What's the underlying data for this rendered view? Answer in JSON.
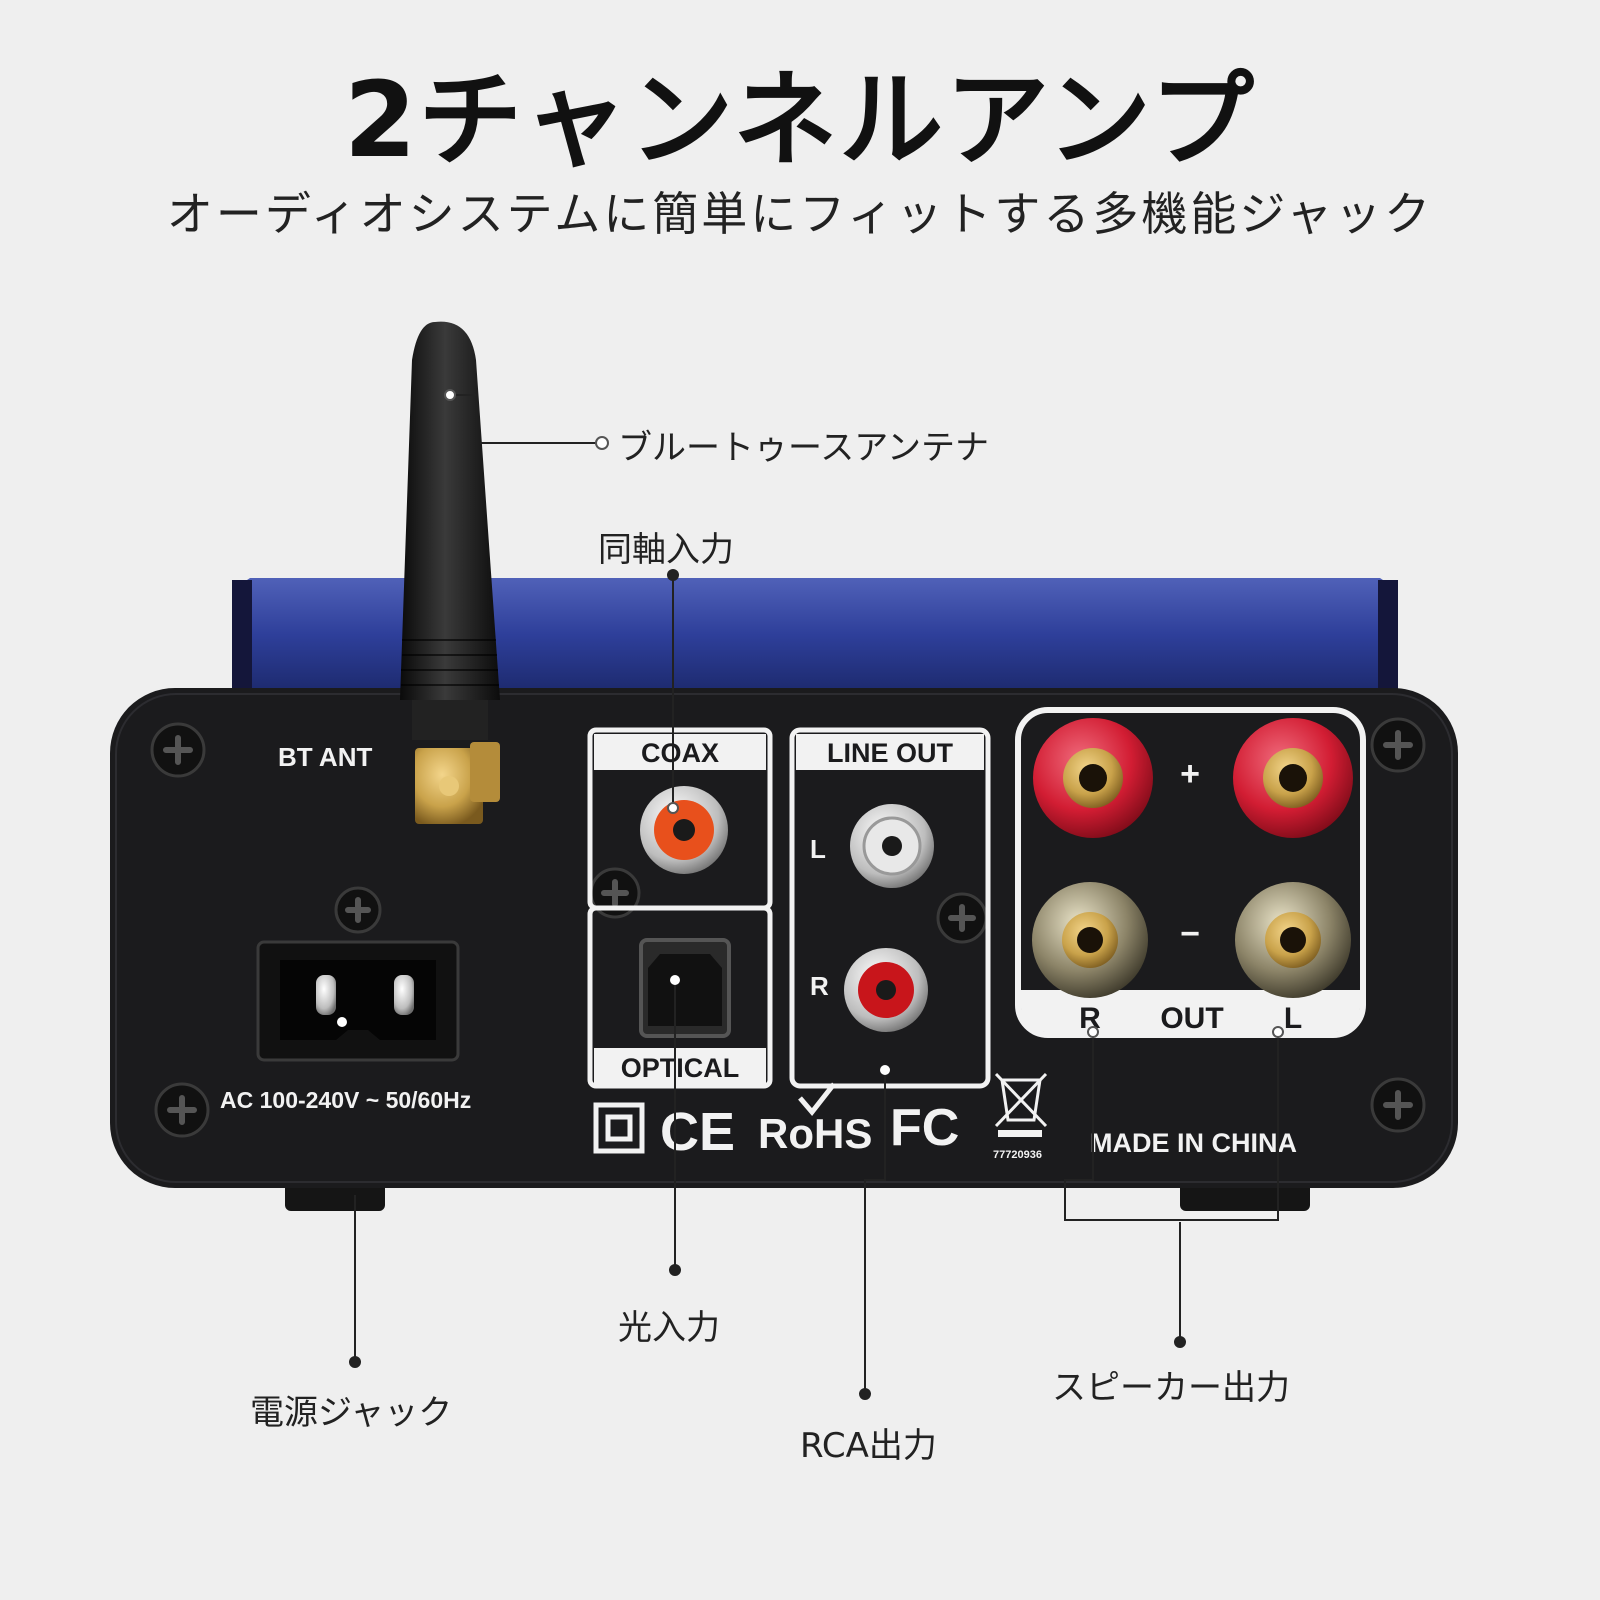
{
  "heading": {
    "title": "2チャンネルアンプ",
    "subtitle": "オーディオシステムに簡単にフィットする多機能ジャック"
  },
  "callouts": {
    "antenna": "ブルートゥースアンテナ",
    "coax_in": "同軸入力",
    "optical_in": "光入力",
    "power_jack": "電源ジャック",
    "rca_out": "RCA出力",
    "speaker_out": "スピーカー出力"
  },
  "panel": {
    "bt_ant": "BT ANT",
    "coax": "COAX",
    "optical": "OPTICAL",
    "line_out": "LINE OUT",
    "l": "L",
    "r": "R",
    "plus": "+",
    "minus": "−",
    "out": "OUT",
    "power_rating": "AC 100-240V ~ 50/60Hz",
    "made_in": "MADE IN CHINA",
    "ce": "CE",
    "rohs": "RoHS",
    "fc": "FC",
    "weee_code": "77720936"
  },
  "colors": {
    "background": "#efefef",
    "chassis_top": "#2e3f9a",
    "panel": "#1b1b1d",
    "coax_jack": "#e8501c",
    "rca_left": "#e8e8e8",
    "rca_right": "#c8151b",
    "post_red": "#d21d33",
    "gold": "#c9a24a"
  }
}
